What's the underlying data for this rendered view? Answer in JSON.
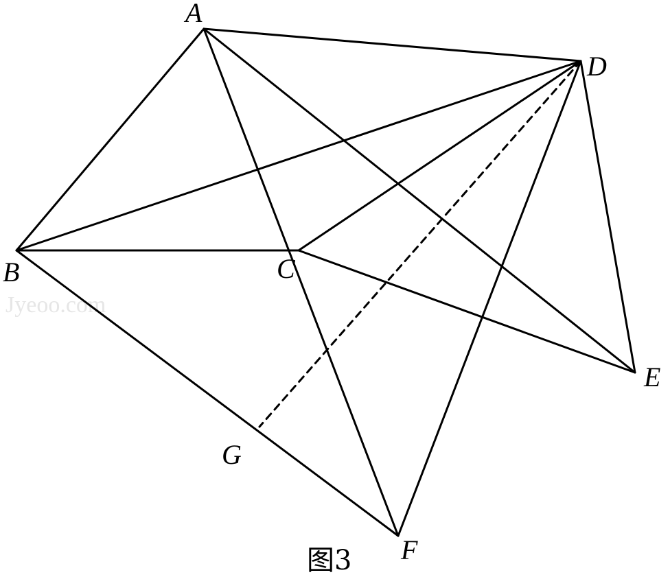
{
  "figure": {
    "caption": "图3",
    "watermark": "Jyeoo.com",
    "points": [
      {
        "id": "A",
        "label": "A"
      },
      {
        "id": "B",
        "label": "B"
      },
      {
        "id": "C",
        "label": "C"
      },
      {
        "id": "D",
        "label": "D"
      },
      {
        "id": "E",
        "label": "E"
      },
      {
        "id": "F",
        "label": "F"
      },
      {
        "id": "G",
        "label": "G"
      }
    ],
    "segments": [
      {
        "from": "A",
        "to": "B",
        "style": "solid"
      },
      {
        "from": "A",
        "to": "D",
        "style": "solid"
      },
      {
        "from": "A",
        "to": "F",
        "style": "solid"
      },
      {
        "from": "A",
        "to": "E",
        "style": "solid"
      },
      {
        "from": "B",
        "to": "C",
        "style": "solid"
      },
      {
        "from": "B",
        "to": "D",
        "style": "solid"
      },
      {
        "from": "B",
        "to": "F",
        "style": "solid"
      },
      {
        "from": "C",
        "to": "D",
        "style": "solid"
      },
      {
        "from": "C",
        "to": "E",
        "style": "solid"
      },
      {
        "from": "D",
        "to": "E",
        "style": "solid"
      },
      {
        "from": "D",
        "to": "F",
        "style": "solid"
      },
      {
        "from": "D",
        "to": "G",
        "style": "dashed"
      }
    ]
  }
}
